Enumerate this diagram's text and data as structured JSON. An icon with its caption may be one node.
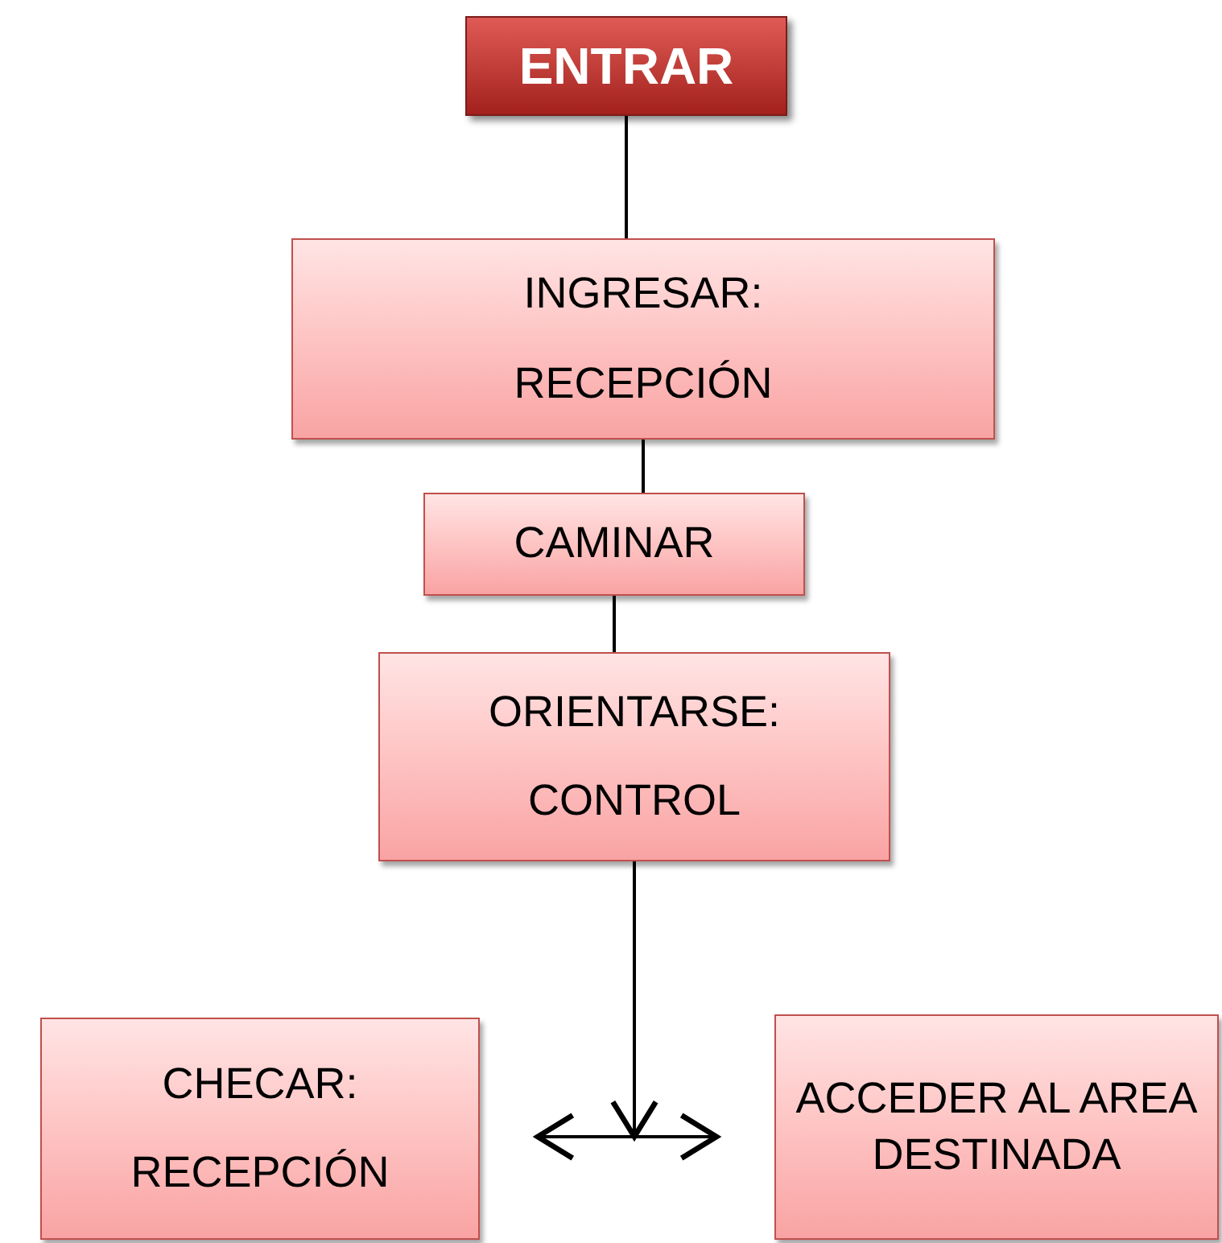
{
  "diagram": {
    "nodes": [
      {
        "text": [
          "ENTRAR"
        ]
      },
      {
        "text": [
          "INGRESAR:",
          "RECEPCIÓN"
        ]
      },
      {
        "text": [
          "CAMINAR"
        ]
      },
      {
        "text": [
          "ORIENTARSE:",
          "CONTROL"
        ]
      },
      {
        "text": [
          "CHECAR:",
          "RECEPCIÓN"
        ]
      },
      {
        "text": [
          "ACCEDER AL AREA DESTINADA"
        ]
      }
    ],
    "edges": [
      {
        "from": 0,
        "to": 1,
        "arrow": "none"
      },
      {
        "from": 1,
        "to": 2,
        "arrow": "none"
      },
      {
        "from": 2,
        "to": 3,
        "arrow": "none"
      },
      {
        "from": 3,
        "to": 4,
        "arrow": "to"
      },
      {
        "from": 3,
        "to": 5,
        "arrow": "to"
      }
    ]
  }
}
